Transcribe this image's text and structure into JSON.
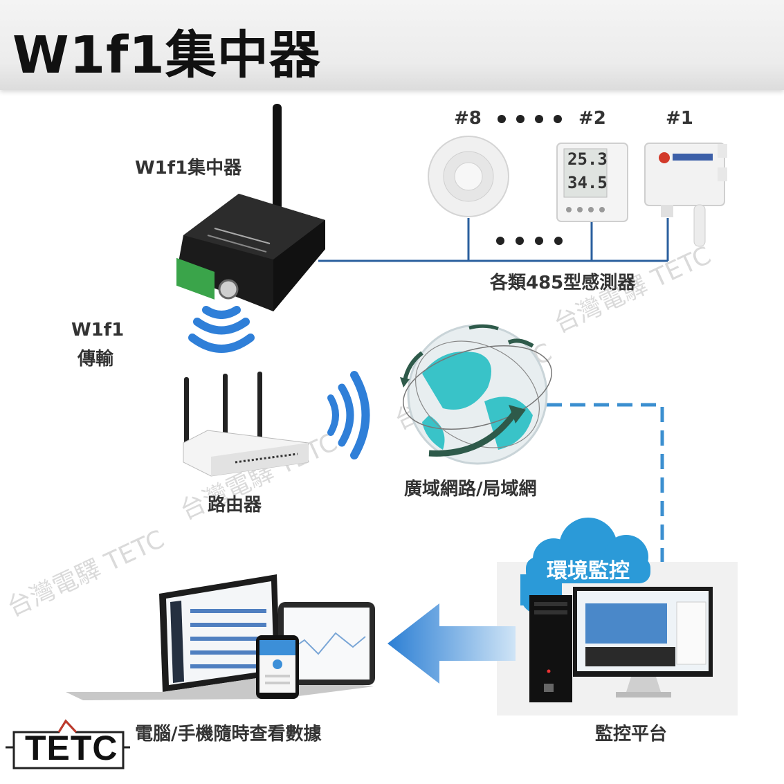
{
  "title": "W1f1集中器",
  "labels": {
    "hub": "W1f1集中器",
    "wifi_line1": "W1f1",
    "wifi_line2": "傳輸",
    "router": "路由器",
    "sensors": "各類485型感測器",
    "network": "廣域網路/局域網",
    "cloud": "環境監控",
    "platform": "監控平台",
    "devices": "電腦/手機隨時查看數據"
  },
  "sensor_ids": {
    "s8": "#8",
    "s2": "#2",
    "s1": "#1"
  },
  "lcd": {
    "temp": "25.3",
    "humid": "34.5"
  },
  "watermarks": [
    "台灣電驛 TETC",
    "台灣電驛 TETC",
    "台灣電驛 TETC",
    "台灣電驛 TETC"
  ],
  "logo": "TETC",
  "colors": {
    "line": "#2a5f9e",
    "dash": "#3b8fd0",
    "arrow": "#3a8fd6",
    "wifi": "#2f7fd8",
    "cloud": "#2b9ad8"
  }
}
